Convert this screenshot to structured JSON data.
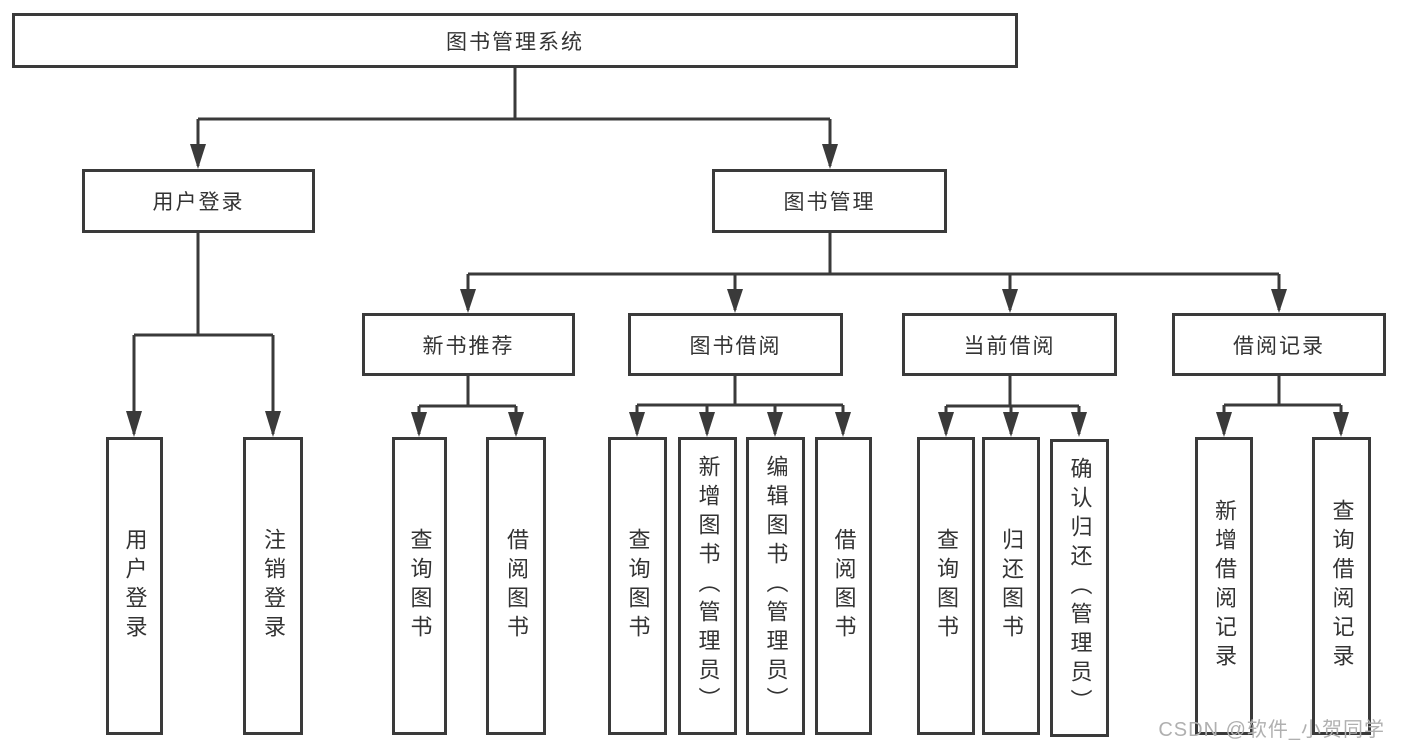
{
  "colors": {
    "line": "#3a3a3a",
    "text": "#333333",
    "watermark": "#b0b0b0",
    "background": "#ffffff"
  },
  "watermark": "CSDN @软件_小贺同学",
  "tree": {
    "root": {
      "label": "图书管理系统"
    },
    "children": [
      {
        "label": "用户登录",
        "leaves": [
          "用户登录",
          "注销登录"
        ]
      },
      {
        "label": "图书管理",
        "children": [
          {
            "label": "新书推荐",
            "leaves": [
              "查询图书",
              "借阅图书"
            ]
          },
          {
            "label": "图书借阅",
            "leaves": [
              "查询图书",
              "新增图书（管理员）",
              "编辑图书（管理员）",
              "借阅图书"
            ]
          },
          {
            "label": "当前借阅",
            "leaves": [
              "查询图书",
              "归还图书",
              "确认归还（管理员）"
            ]
          },
          {
            "label": "借阅记录",
            "leaves": [
              "新增借阅记录",
              "查询借阅记录"
            ]
          }
        ]
      }
    ]
  }
}
